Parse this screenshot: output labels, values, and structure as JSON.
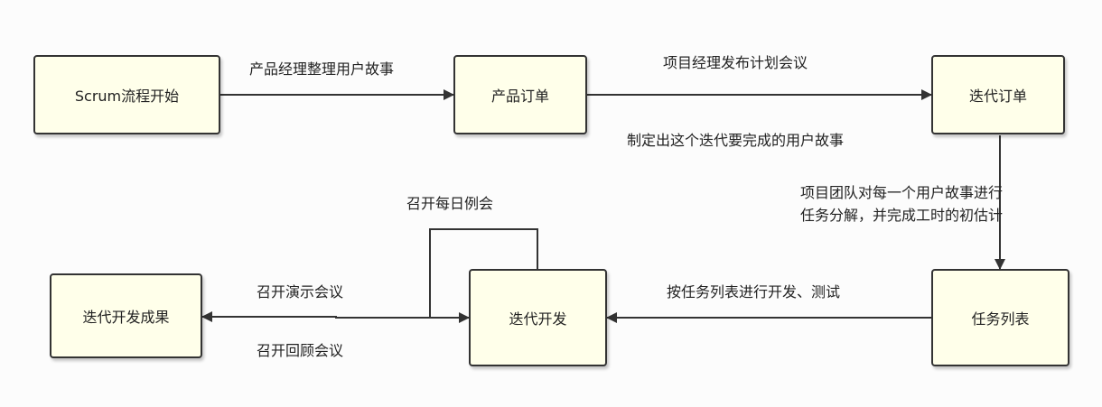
{
  "nodes": {
    "scrum_start": "Scrum流程开始",
    "product_backlog": "产品订单",
    "sprint_backlog": "迭代订单",
    "task_list": "任务列表",
    "sprint_dev": "迭代开发",
    "sprint_result": "迭代开发成果"
  },
  "edges": {
    "start_to_backlog": "产品经理整理用户故事",
    "backlog_to_sprint_top": "项目经理发布计划会议",
    "backlog_to_sprint_bottom": "制定出这个迭代要完成的用户故事",
    "sprint_to_tasks_line1": "项目团队对每一个用户故事进行",
    "sprint_to_tasks_line2": "任务分解，并完成工时的初估计",
    "tasks_to_dev": "按任务列表进行开发、测试",
    "daily_loop": "召开每日例会",
    "dev_to_result_top": "召开演示会议",
    "dev_to_result_bottom": "召开回顾会议"
  },
  "colors": {
    "node_fill": "#ffffea",
    "stroke": "#333333",
    "background": "#fcfcfc"
  }
}
